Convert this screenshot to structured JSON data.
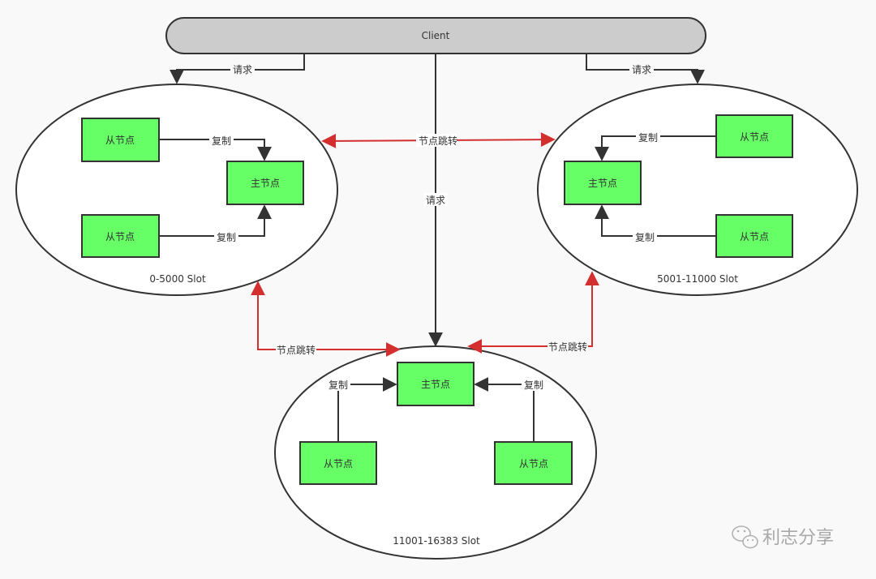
{
  "client": {
    "label": "Client"
  },
  "clusters": [
    {
      "slot_label": "0-5000 Slot",
      "master_label": "主节点",
      "slave_labels": [
        "从节点",
        "从节点"
      ],
      "replicate_labels": [
        "复制",
        "复制"
      ]
    },
    {
      "slot_label": "5001-11000 Slot",
      "master_label": "主节点",
      "slave_labels": [
        "从节点",
        "从节点"
      ],
      "replicate_labels": [
        "复制",
        "复制"
      ]
    },
    {
      "slot_label": "11001-16383 Slot",
      "master_label": "主节点",
      "slave_labels": [
        "从节点",
        "从节点"
      ],
      "replicate_labels": [
        "复制",
        "复制"
      ]
    }
  ],
  "request_labels": [
    "请求",
    "请求",
    "请求"
  ],
  "jump_labels": [
    "节点跳转",
    "节点跳转",
    "节点跳转"
  ],
  "watermark": {
    "text": "利志分享",
    "icon": "wechat-icon"
  },
  "colors": {
    "node_fill": "#66ff66",
    "node_stroke": "#333333",
    "client_fill": "#cccccc",
    "jump_color": "#d32f2f",
    "line_color": "#333333",
    "ellipse_fill": "#ffffff"
  }
}
